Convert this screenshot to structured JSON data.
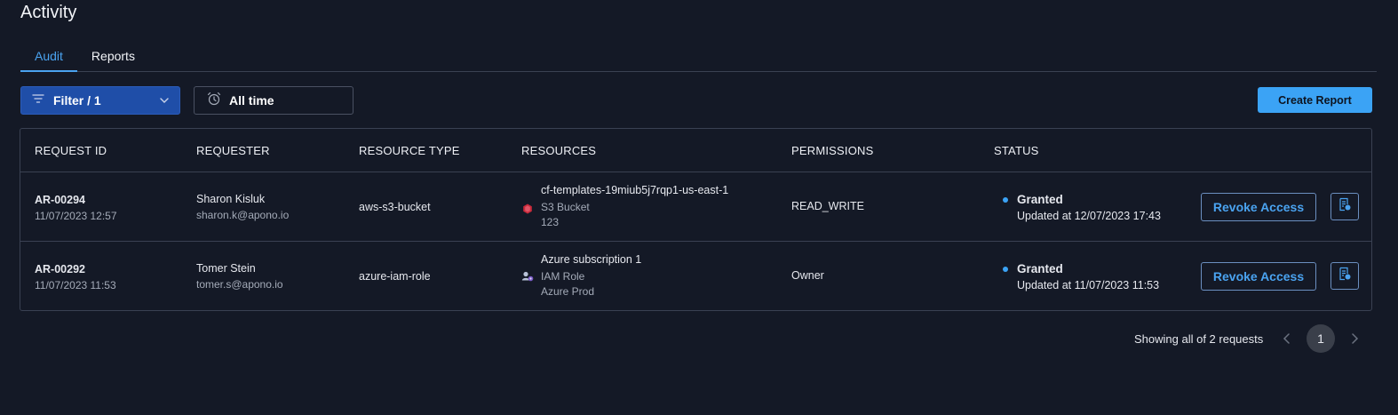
{
  "page": {
    "title": "Activity"
  },
  "tabs": [
    {
      "label": "Audit",
      "active": true
    },
    {
      "label": "Reports",
      "active": false
    }
  ],
  "toolbar": {
    "filter_label": "Filter / 1",
    "time_label": "All time",
    "create_report_label": "Create Report",
    "icons": {
      "filter": "filter-lines-icon",
      "dropdown": "chevron-down-icon",
      "time": "alarm-clock-icon"
    }
  },
  "table": {
    "columns": [
      "REQUEST ID",
      "REQUESTER",
      "RESOURCE TYPE",
      "RESOURCES",
      "PERMISSIONS",
      "STATUS"
    ],
    "rows": [
      {
        "request_id": "AR-00294",
        "date": "11/07/2023 12:57",
        "requester_name": "Sharon Kisluk",
        "requester_email": "sharon.k@apono.io",
        "resource_type": "aws-s3-bucket",
        "resource_name": "cf-templates-19miub5j7rqp1-us-east-1",
        "resource_kind": "S3 Bucket",
        "resource_extra": "123",
        "resource_icon": "aws-s3-icon",
        "permissions": "READ_WRITE",
        "status": "Granted",
        "status_updated": "Updated at 12/07/2023 17:43",
        "action_label": "Revoke Access"
      },
      {
        "request_id": "AR-00292",
        "date": "11/07/2023 11:53",
        "requester_name": "Tomer Stein",
        "requester_email": "tomer.s@apono.io",
        "resource_type": "azure-iam-role",
        "resource_name": "Azure subscription 1",
        "resource_kind": "IAM Role",
        "resource_extra": "Azure Prod",
        "resource_icon": "azure-iam-icon",
        "permissions": "Owner",
        "status": "Granted",
        "status_updated": "Updated at 11/07/2023 11:53",
        "action_label": "Revoke Access"
      }
    ]
  },
  "colors": {
    "background": "#141926",
    "accent": "#3ba3f5",
    "filter_bg": "#1f4ea8",
    "status_dot": "#3ba3f5"
  },
  "pagination": {
    "summary": "Showing all of 2 requests",
    "current_page": "1"
  }
}
